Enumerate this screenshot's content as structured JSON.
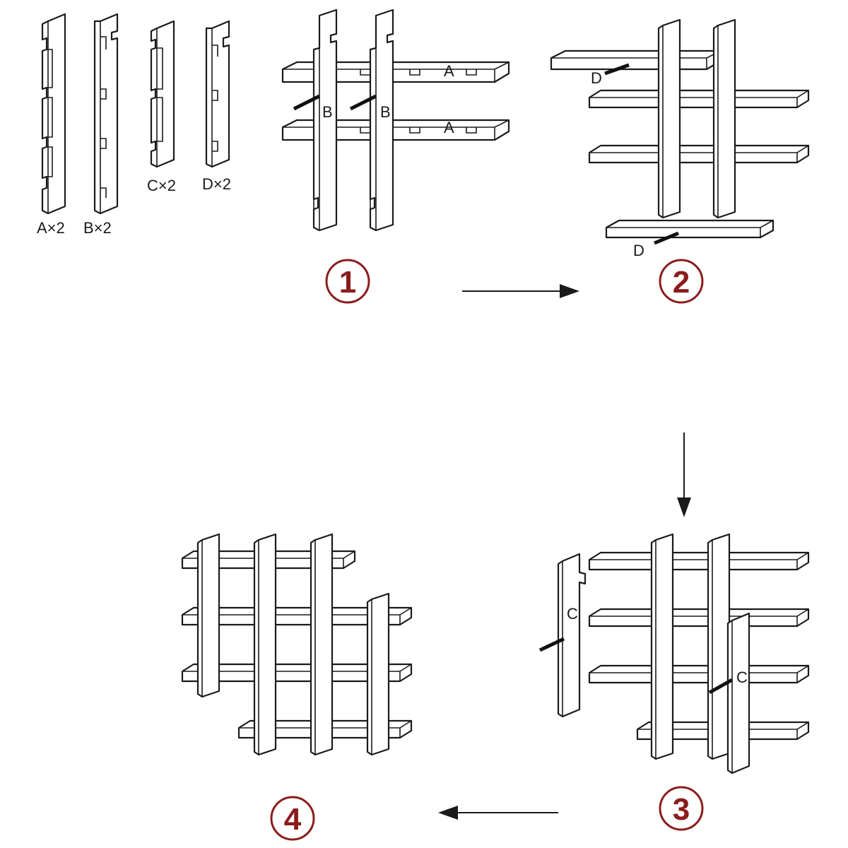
{
  "parts": {
    "a": "A×2",
    "b": "B×2",
    "c": "C×2",
    "d": "D×2"
  },
  "steps": {
    "s1": "1",
    "s2": "2",
    "s3": "3",
    "s4": "4"
  },
  "step1": {
    "label_b1": "B",
    "label_b2": "B",
    "label_a1": "A",
    "label_a2": "A"
  },
  "step2": {
    "label_d_top": "D",
    "label_d_bottom": "D"
  },
  "step3": {
    "label_c_left": "C",
    "label_c_right": "C"
  },
  "colors": {
    "line": "#1a1a1a",
    "step_accent": "#8b1c1c"
  }
}
